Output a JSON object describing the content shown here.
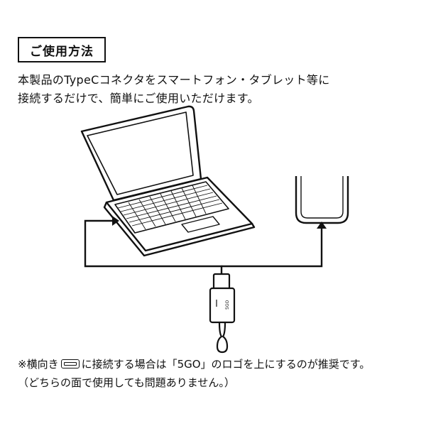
{
  "heading": "ご使用方法",
  "body_lines": [
    "本製品のTypeCコネクタをスマートフォン・タブレット等に",
    "接続するだけで、簡単にご使用いただけます。"
  ],
  "note": {
    "part1": "※横向き",
    "part2": "に接続する場合は「5GO」のロゴを上にするのが推奨です。",
    "line2": "（どちらの面で使用しても問題ありません。）"
  },
  "adapter_logo": "5GO",
  "icons": [
    "laptop-icon",
    "smartphone-icon",
    "usb-adapter-icon",
    "usb-port-icon"
  ]
}
